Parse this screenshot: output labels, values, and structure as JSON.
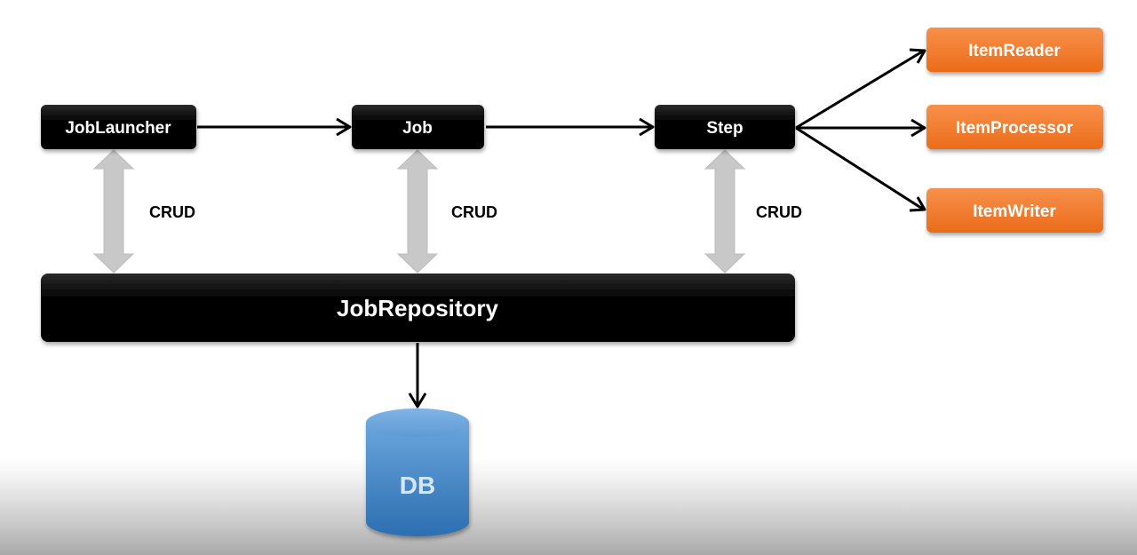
{
  "nodes": {
    "job_launcher": "JobLauncher",
    "job": "Job",
    "step": "Step",
    "job_repository": "JobRepository",
    "db": "DB",
    "item_reader": "ItemReader",
    "item_processor": "ItemProcessor",
    "item_writer": "ItemWriter"
  },
  "relations": {
    "crud_launcher": "CRUD",
    "crud_job": "CRUD",
    "crud_step": "CRUD"
  },
  "colors": {
    "black_box": "#000000",
    "orange_box": "#f0792b",
    "db_top": "#6aa5dc",
    "db_bottom": "#2c6fb1",
    "crud_arrow": "#c8c8c8"
  }
}
